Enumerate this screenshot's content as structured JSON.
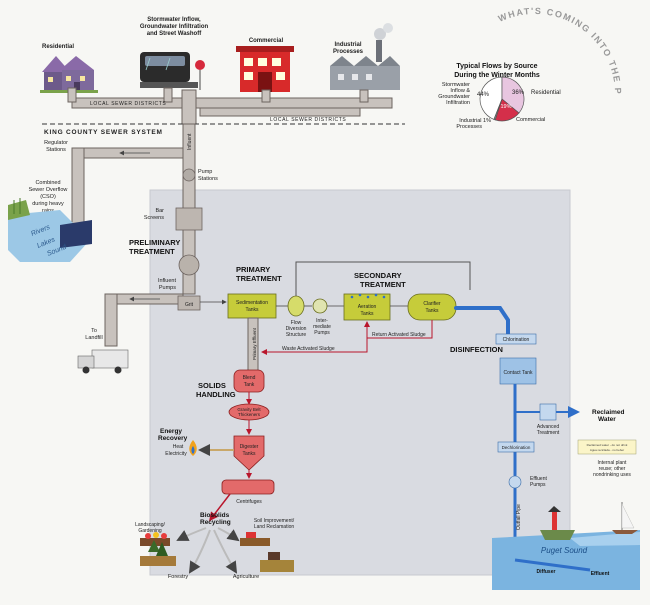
{
  "header": {
    "arc_title": "WHAT'S COMING INTO THE PLANT?"
  },
  "sources": {
    "residential": "Residential",
    "stormwater": "Stormwater Inflow, Groundwater Infiltration and Street Washoff",
    "stormwater_lines": [
      "Stormwater Inflow,",
      "Groundwater Infiltration",
      "and Street Washoff"
    ],
    "commercial": "Commercial",
    "industrial_lines": [
      "Industrial",
      "Processes"
    ]
  },
  "pipes": {
    "local_sewer_districts": "LOCAL SEWER DISTRICTS",
    "local_sewer_districts_2": "LOCAL SEWER DISTRICTS",
    "king_county": "KING COUNTY SEWER SYSTEM",
    "influent": "Influent",
    "outfall": "Outfall Pipe",
    "primary_effluent": "Primary Effluent"
  },
  "flows": {
    "title_lines": [
      "Typical Flows by Source",
      "During the Winter Months"
    ],
    "colors": {
      "stormwater": "#ffffff",
      "residential": "#e8c6e0",
      "commercial": "#d42f4a",
      "industrial": "#8a8a8a"
    }
  },
  "chart_data": {
    "type": "pie",
    "categories": [
      "Stormwater Inflow & Groundwater Infiltration",
      "Residential",
      "Commercial",
      "Industrial"
    ],
    "values": [
      44,
      36,
      19,
      1
    ],
    "labels": {
      "stormwater_lines": [
        "Stormwater",
        "Inflow &",
        "Groundwater",
        "Infiltration"
      ],
      "stormwater_pct": "44%",
      "residential_pct": "36%",
      "residential": "Residential",
      "commercial_pct": "19%",
      "commercial": "Commercial",
      "industrial_lines": [
        "Industrial 1%",
        "Processes"
      ]
    }
  },
  "left": {
    "regulator_lines": [
      "Regulator",
      "Stations"
    ],
    "cso_lines": [
      "Combined",
      "Sewer Overflow",
      "(CSO)",
      "during heavy",
      "rains"
    ],
    "river_lines": [
      "Rivers",
      "Lakes",
      "Sound"
    ],
    "to_landfill_lines": [
      "To",
      "Landfill"
    ]
  },
  "preliminary": {
    "pump_station_lines": [
      "Pump",
      "Stations"
    ],
    "bar_screens_lines": [
      "Bar",
      "Screens"
    ],
    "title_lines": [
      "PRELIMINARY",
      "TREATMENT"
    ],
    "influent_pumps_lines": [
      "Influent",
      "Pumps"
    ],
    "grit": "Grit"
  },
  "primary": {
    "title_lines": [
      "PRIMARY",
      "TREATMENT"
    ],
    "sed_lines": [
      "Sedimentation",
      "Tanks"
    ],
    "flow_div_lines": [
      "Flow",
      "Diversion",
      "Structure"
    ],
    "intermediate_lines": [
      "Inter-",
      "mediate",
      "Pumps"
    ]
  },
  "secondary": {
    "title_lines": [
      "SECONDARY",
      "TREATMENT"
    ],
    "aeration_lines": [
      "Aeration",
      "Tanks"
    ],
    "clarifier_lines": [
      "Clarifier",
      "Tanks"
    ],
    "return_sludge": "Return Activated Sludge",
    "waste_sludge": "Waste Activated Sludge"
  },
  "disinfection": {
    "title": "DISINFECTION",
    "chlorination": "Chlorination",
    "contact": "Contact Tank",
    "advanced_lines": [
      "Advanced",
      "Treatment"
    ],
    "dechlorination": "Dechlorination",
    "effluent_pumps_lines": [
      "Effluent",
      "Pumps"
    ]
  },
  "reclaimed": {
    "title_lines": [
      "Reclaimed",
      "Water"
    ],
    "sign_lines": [
      "Reclaimed water - do not drink",
      "Agua reciclada - no beber"
    ],
    "note_lines": [
      "Internal plant",
      "reuse; other",
      "nondrinking uses"
    ]
  },
  "solids": {
    "title_lines": [
      "SOLIDS",
      "HANDLING"
    ],
    "blend": "Blend Tank",
    "blend_lines": [
      "Blend",
      "Tank"
    ],
    "gravity_lines": [
      "Gravity Belt",
      "Thickeners"
    ],
    "digester_lines": [
      "Digester",
      "Tanks"
    ],
    "centrifuges": "Centrifuges",
    "energy_lines": [
      "Energy",
      "Recovery"
    ],
    "heat_lines": [
      "Heat",
      "Electricity"
    ]
  },
  "biosolids": {
    "title_lines": [
      "Biosolids",
      "Recycling"
    ],
    "landscaping_lines": [
      "Landscaping/",
      "Gardening"
    ],
    "soil_lines": [
      "Soil Improvement/",
      "Land Reclamation"
    ],
    "forestry": "Forestry",
    "agriculture": "Agriculture"
  },
  "sound": {
    "puget": "Puget Sound",
    "diffuser": "Diffuser",
    "effluent": "Effluent"
  }
}
